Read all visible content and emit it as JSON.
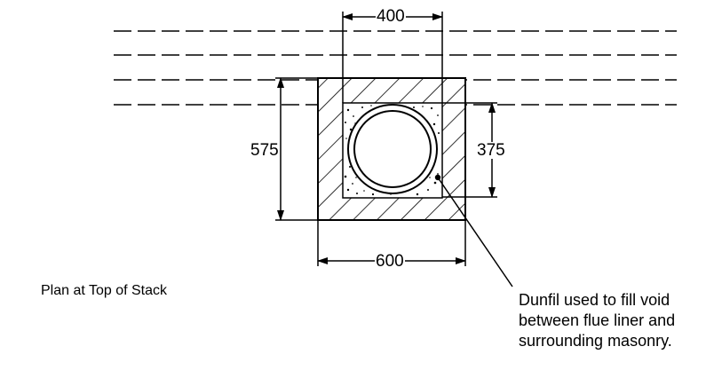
{
  "dimensions": {
    "top_width": "400",
    "overall_height": "575",
    "void_height": "375",
    "overall_width": "600"
  },
  "caption": "Plan at Top of Stack",
  "note": {
    "line1": "Dunfil used to fill void",
    "line2": "between flue liner and",
    "line3": "surrounding masonry."
  },
  "colors": {
    "ink": "#000000",
    "background": "#ffffff"
  }
}
